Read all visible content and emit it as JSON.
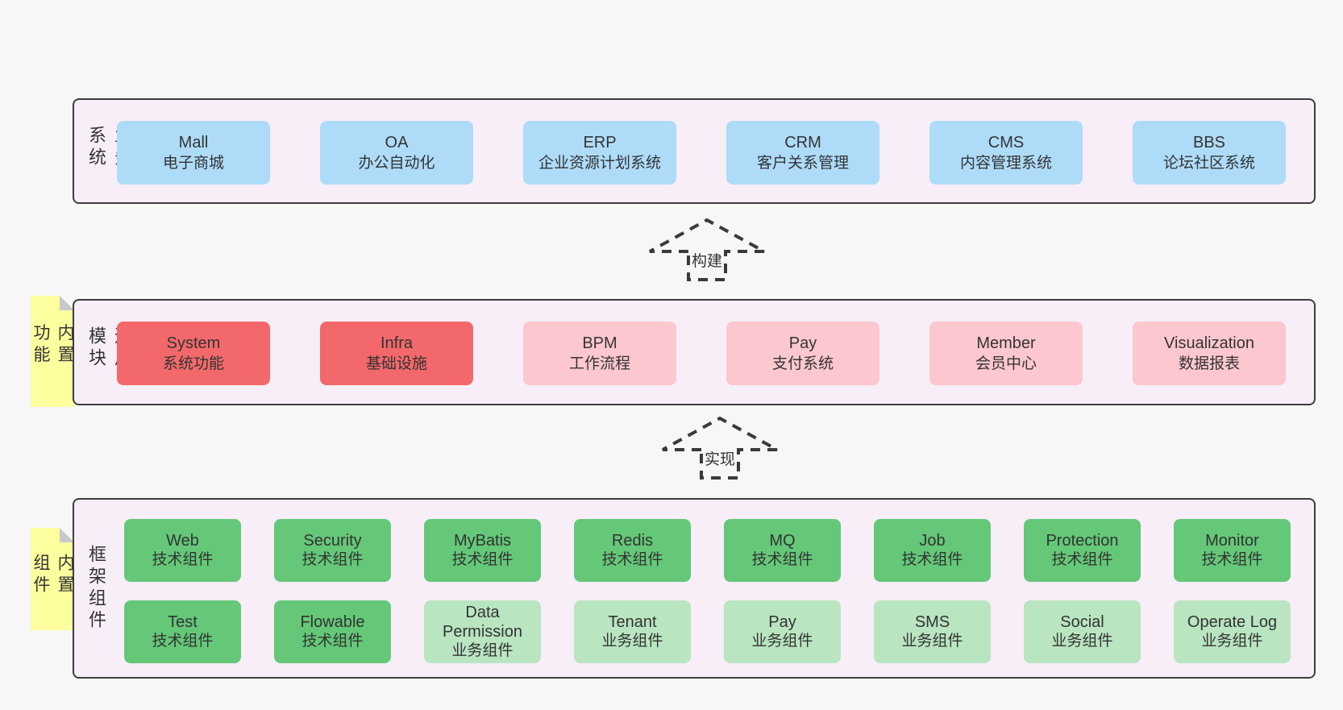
{
  "colors": {
    "page_bg": "#f7f7f7",
    "panel_bg": "#f8eef7",
    "panel_border": "#3d3d3d",
    "blue": "#aedcf8",
    "red": "#f3696b",
    "pink": "#fcc7cf",
    "green": "#64c878",
    "light_green": "#b9e5c1",
    "sticky_yellow": "#fdfe9e",
    "text": "#333333"
  },
  "sections": {
    "business": {
      "label": "业务系统",
      "boxes": [
        {
          "title": "Mall",
          "subtitle": "电子商城",
          "variant": "blue"
        },
        {
          "title": "OA",
          "subtitle": "办公自动化",
          "variant": "blue"
        },
        {
          "title": "ERP",
          "subtitle": "企业资源计划系统",
          "variant": "blue"
        },
        {
          "title": "CRM",
          "subtitle": "客户关系管理",
          "variant": "blue"
        },
        {
          "title": "CMS",
          "subtitle": "内容管理系统",
          "variant": "blue"
        },
        {
          "title": "BBS",
          "subtitle": "论坛社区系统",
          "variant": "blue"
        }
      ]
    },
    "modules": {
      "sticky": "内置功能",
      "label": "通用模块",
      "boxes": [
        {
          "title": "System",
          "subtitle": "系统功能",
          "variant": "red"
        },
        {
          "title": "Infra",
          "subtitle": "基础设施",
          "variant": "red"
        },
        {
          "title": "BPM",
          "subtitle": "工作流程",
          "variant": "pink"
        },
        {
          "title": "Pay",
          "subtitle": "支付系统",
          "variant": "pink"
        },
        {
          "title": "Member",
          "subtitle": "会员中心",
          "variant": "pink"
        },
        {
          "title": "Visualization",
          "subtitle": "数据报表",
          "variant": "pink"
        }
      ]
    },
    "components": {
      "sticky": "内置组件",
      "label": "框架组件",
      "rows": [
        [
          {
            "title": "Web",
            "subtitle": "技术组件",
            "variant": "green"
          },
          {
            "title": "Security",
            "subtitle": "技术组件",
            "variant": "green"
          },
          {
            "title": "MyBatis",
            "subtitle": "技术组件",
            "variant": "green"
          },
          {
            "title": "Redis",
            "subtitle": "技术组件",
            "variant": "green"
          },
          {
            "title": "MQ",
            "subtitle": "技术组件",
            "variant": "green"
          },
          {
            "title": "Job",
            "subtitle": "技术组件",
            "variant": "green"
          },
          {
            "title": "Protection",
            "subtitle": "技术组件",
            "variant": "green"
          },
          {
            "title": "Monitor",
            "subtitle": "技术组件",
            "variant": "green"
          }
        ],
        [
          {
            "title": "Test",
            "subtitle": "技术组件",
            "variant": "green"
          },
          {
            "title": "Flowable",
            "subtitle": "技术组件",
            "variant": "green"
          },
          {
            "title": "Data Permission",
            "subtitle": "业务组件",
            "variant": "lightgreen"
          },
          {
            "title": "Tenant",
            "subtitle": "业务组件",
            "variant": "lightgreen"
          },
          {
            "title": "Pay",
            "subtitle": "业务组件",
            "variant": "lightgreen"
          },
          {
            "title": "SMS",
            "subtitle": "业务组件",
            "variant": "lightgreen"
          },
          {
            "title": "Social",
            "subtitle": "业务组件",
            "variant": "lightgreen"
          },
          {
            "title": "Operate Log",
            "subtitle": "业务组件",
            "variant": "lightgreen"
          }
        ]
      ]
    }
  },
  "arrows": {
    "build": "构建",
    "implement": "实现"
  }
}
